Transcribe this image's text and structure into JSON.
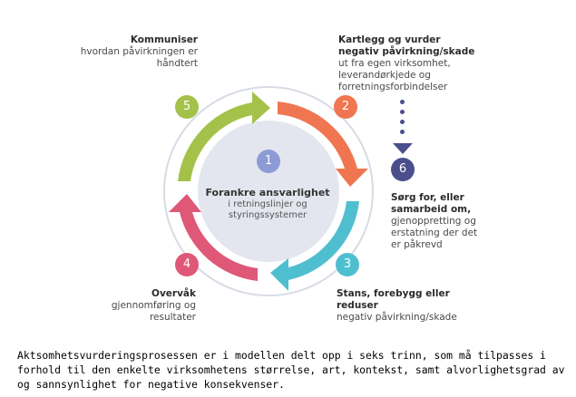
{
  "steps": {
    "s1": {
      "num": "1",
      "title": "Forankre ansvarlighet",
      "sub": "i retningslinjer og styringssystemer"
    },
    "s2": {
      "num": "2",
      "bold": "Kartlegg og vurder negativ påvirkning/skade",
      "rest": " ut fra egen virksomhet, leverandørkjede og forretningsforbindelser"
    },
    "s3": {
      "num": "3",
      "bold": "Stans, forebygg eller reduser",
      "rest": "negativ påvirkning/skade"
    },
    "s4": {
      "num": "4",
      "bold": "Overvåk",
      "rest": "gjennomføring og resultater"
    },
    "s5": {
      "num": "5",
      "bold": "Kommuniser",
      "rest": "hvordan påvirkningen er håndtert"
    },
    "s6": {
      "num": "6",
      "bold": "Sørg for, eller samarbeid om,",
      "rest": "gjenoppretting og erstatning der det er påkrevd"
    }
  },
  "caption": "Aktsomhetsvurderingsprosessen er i modellen delt opp i seks trinn, som må tilpasses i forhold til den enkelte virksomhetens størrelse, art, kontekst, samt alvorlighetsgrad av og sannsynlighet for negative konsekvenser.",
  "colors": {
    "step1": "#8c9bd6",
    "step2": "#ef7651",
    "step3": "#4fbfcf",
    "step4": "#df5877",
    "step5": "#a4c24a",
    "step6": "#4a4f8c",
    "center_fill": "#e3e6ee",
    "ring": "#d7dbe5"
  }
}
